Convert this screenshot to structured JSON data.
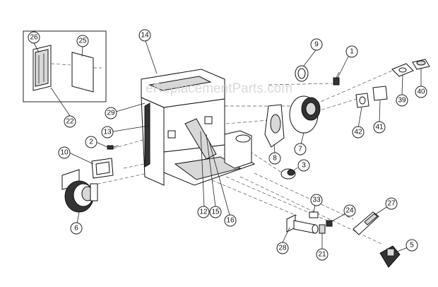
{
  "watermark": "eReplacementParts.com",
  "callouts": [
    {
      "label": "1"
    },
    {
      "label": "2"
    },
    {
      "label": "3"
    },
    {
      "label": "5"
    },
    {
      "label": "6"
    },
    {
      "label": "7"
    },
    {
      "label": "8"
    },
    {
      "label": "9"
    },
    {
      "label": "10"
    },
    {
      "label": "12"
    },
    {
      "label": "13"
    },
    {
      "label": "14"
    },
    {
      "label": "15"
    },
    {
      "label": "16"
    },
    {
      "label": "21"
    },
    {
      "label": "22"
    },
    {
      "label": "24"
    },
    {
      "label": "25"
    },
    {
      "label": "26"
    },
    {
      "label": "27"
    },
    {
      "label": "28"
    },
    {
      "label": "29"
    },
    {
      "label": "33"
    },
    {
      "label": "39"
    },
    {
      "label": "40"
    },
    {
      "label": "41"
    },
    {
      "label": "42"
    }
  ]
}
